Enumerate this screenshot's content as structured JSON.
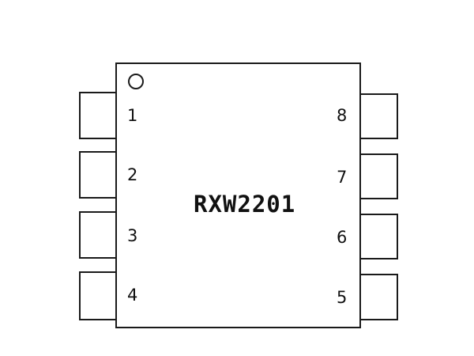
{
  "chip": {
    "part_number": "RXW2201"
  },
  "pins": {
    "left": [
      {
        "number": "1"
      },
      {
        "number": "2"
      },
      {
        "number": "3"
      },
      {
        "number": "4"
      }
    ],
    "right": [
      {
        "number": "8"
      },
      {
        "number": "7"
      },
      {
        "number": "6"
      },
      {
        "number": "5"
      }
    ]
  },
  "colors": {
    "outline": "#1a1a1a",
    "text": "#111111",
    "background": "#ffffff"
  }
}
